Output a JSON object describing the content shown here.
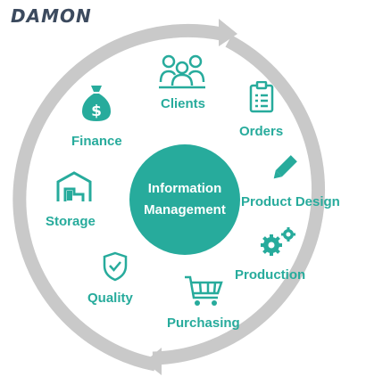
{
  "logo": {
    "text": "DAMON"
  },
  "center": {
    "line1": "Information",
    "line2": "Management"
  },
  "items": [
    {
      "label": "Clients",
      "icon": "people-icon"
    },
    {
      "label": "Orders",
      "icon": "clipboard-icon"
    },
    {
      "label": "Product Design",
      "icon": "pencil-icon"
    },
    {
      "label": "Production",
      "icon": "gears-icon"
    },
    {
      "label": "Purchasing",
      "icon": "cart-icon"
    },
    {
      "label": "Quality",
      "icon": "shield-check-icon"
    },
    {
      "label": "Storage",
      "icon": "warehouse-icon"
    },
    {
      "label": "Finance",
      "icon": "money-bag-icon"
    }
  ],
  "colors": {
    "accent": "#27ab9c",
    "ring": "#c9c9c9",
    "logo": "#3c4a5e"
  }
}
